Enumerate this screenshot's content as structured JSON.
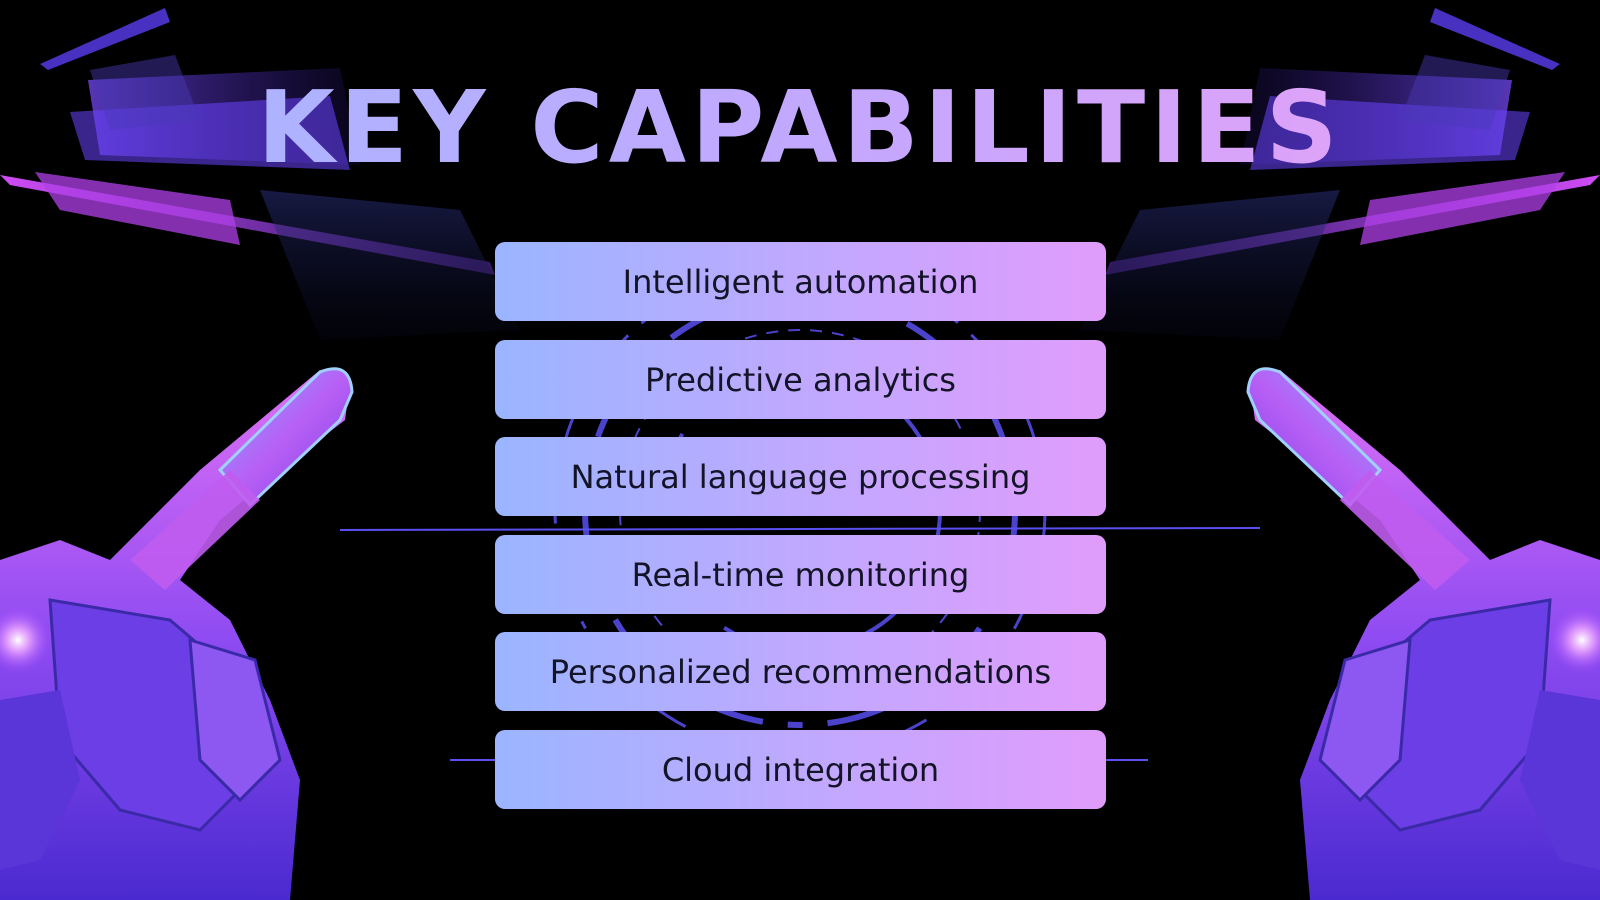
{
  "slide": {
    "title": "KEY CAPABILITIES",
    "capabilities": [
      {
        "label": "Intelligent automation"
      },
      {
        "label": "Predictive analytics"
      },
      {
        "label": "Natural language processing"
      },
      {
        "label": "Real-time monitoring"
      },
      {
        "label": "Personalized recommendations"
      },
      {
        "label": "Cloud integration"
      }
    ]
  },
  "colors": {
    "background": "#000000",
    "title_gradient_start": "#a3b8ff",
    "title_gradient_end": "#eaa0f5",
    "card_gradient_start": "#9bb5ff",
    "card_gradient_end": "#e09cfb",
    "card_text": "#141428",
    "accent_violet": "#6a3cf0",
    "accent_magenta": "#c44cf0"
  },
  "decorations": {
    "left_hand": "robot-hand-icon",
    "right_hand": "robot-hand-icon",
    "center_ring": "circuit-ring-icon"
  }
}
